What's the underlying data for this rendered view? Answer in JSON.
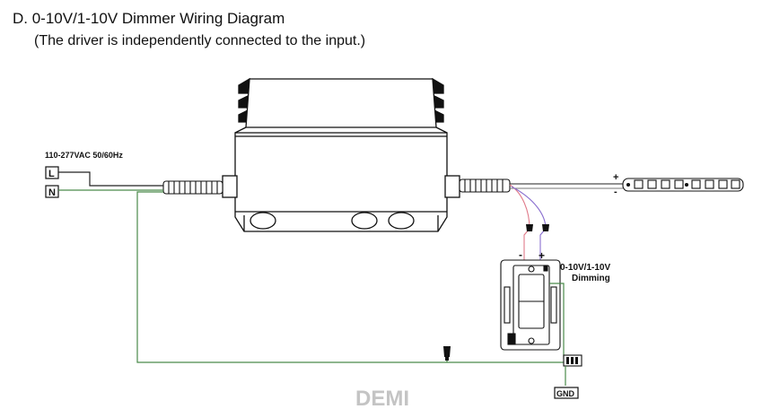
{
  "title": "D. 0-10V/1-10V Dimmer Wiring Diagram",
  "subtitle": "(The driver is independently connected to the input.)",
  "input": {
    "voltage": "110-277VAC 50/60Hz",
    "line": "L",
    "neutral": "N"
  },
  "output": {
    "plus": "+",
    "minus": "-"
  },
  "dimmer": {
    "label_line1": "0-10V/1-10V",
    "label_line2": "Dimming",
    "minus": "-",
    "plus": "+"
  },
  "ground": {
    "label": "GND"
  },
  "watermark": "DEMI",
  "colors": {
    "neutral_wire": "#4a8a4a",
    "line_wire": "#222222",
    "dim_minus_wire": "#e07a8a",
    "dim_plus_wire": "#8a6fd0"
  }
}
